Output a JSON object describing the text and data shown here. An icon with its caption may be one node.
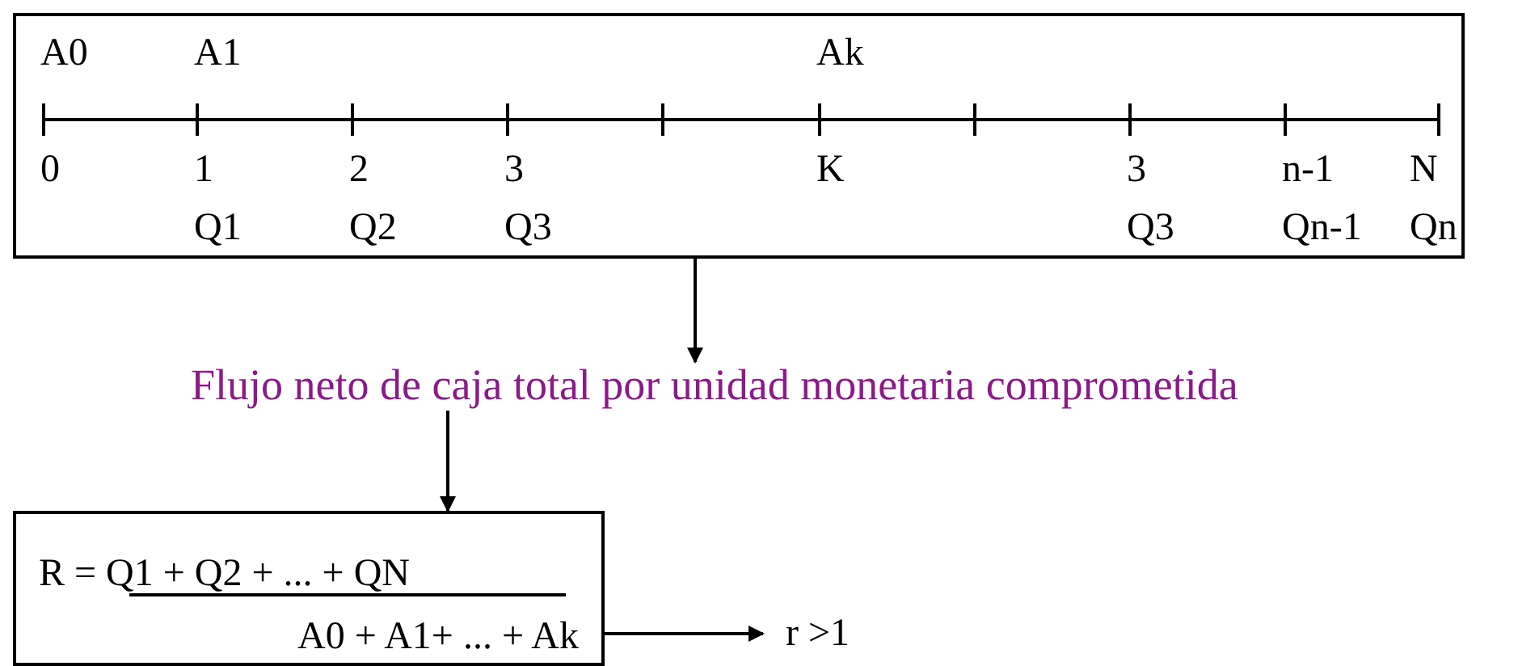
{
  "diagram": {
    "nodes": [
      {
        "text": [
          "A0",
          "A1",
          "Ak",
          "0",
          "1",
          "2",
          "3",
          "K",
          "3",
          "n-1",
          "N",
          "Q1",
          "Q2",
          "Q3",
          "Q3",
          "Qn-1",
          "Qn"
        ]
      },
      {
        "text": [
          "Flujo neto de caja total por unidad monetaria comprometida"
        ]
      },
      {
        "text": [
          "R = Q1 + Q2 + ... + QN",
          "A0 + A1+ ... + Ak"
        ]
      },
      {
        "text": [
          "r >1"
        ]
      }
    ],
    "edges": [
      {
        "from": 0,
        "to": 1,
        "arrow": "to"
      },
      {
        "from": 1,
        "to": 2,
        "arrow": "to"
      },
      {
        "from": 2,
        "to": 3,
        "arrow": "to"
      }
    ]
  }
}
